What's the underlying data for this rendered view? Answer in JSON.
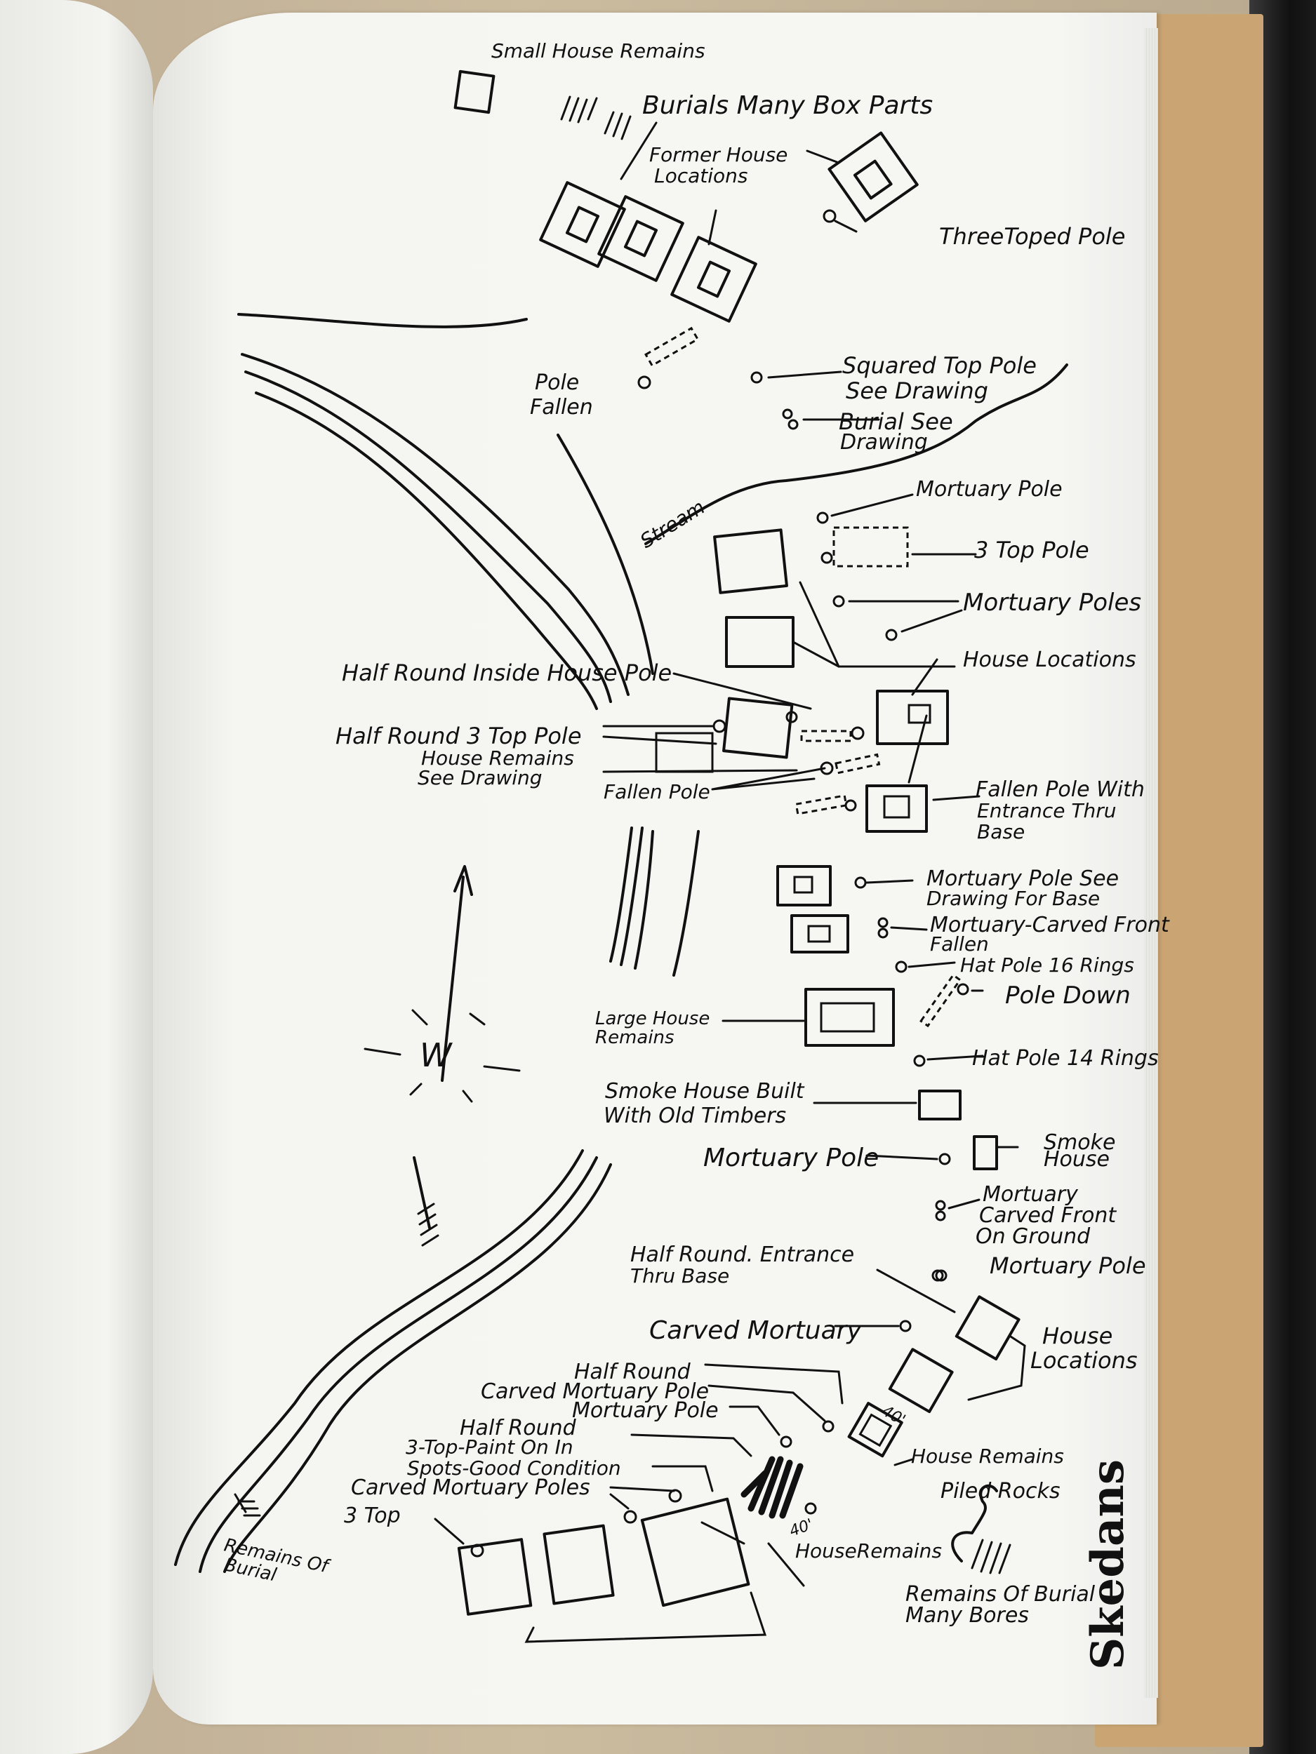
{
  "map": {
    "labels": {
      "small_house_remains": "Small House Remains",
      "burials_box_parts": "Burials Many Box Parts",
      "former_house_locations_1": "Former House",
      "former_house_locations_2": "Locations",
      "three_toped_pole": "ThreeToped Pole",
      "pole_fallen_1": "Pole",
      "pole_fallen_2": "Fallen",
      "squared_top_pole_1": "Squared Top Pole",
      "squared_top_pole_2": "See Drawing",
      "burial_see_1": "Burial See",
      "burial_see_2": "Drawing",
      "stream": "Stream",
      "mortuary_pole_top": "Mortuary Pole",
      "three_top_pole": "3 Top Pole",
      "mortuary_poles": "Mortuary Poles",
      "house_locations_top": "House Locations",
      "half_round_inside": "Half Round Inside House Pole",
      "half_round_3top": "Half Round 3 Top Pole",
      "house_remains_see_1": "House Remains",
      "house_remains_see_2": "See Drawing",
      "fallen_pole": "Fallen Pole",
      "fallen_pole_entrance_1": "Fallen Pole With",
      "fallen_pole_entrance_2": "Entrance Thru",
      "fallen_pole_entrance_3": "Base",
      "mortuary_pole_see_1": "Mortuary Pole See",
      "mortuary_pole_see_2": "Drawing For Base",
      "mortuary_carved_front_fallen_1": "Mortuary-Carved Front",
      "mortuary_carved_front_fallen_2": "Fallen",
      "hat_pole_16": "Hat Pole 16 Rings",
      "pole_down": "Pole Down",
      "large_house_remains_1": "Large House",
      "large_house_remains_2": "Remains",
      "hat_pole_14": "Hat Pole 14 Rings",
      "smoke_house_built_1": "Smoke House Built",
      "smoke_house_built_2": "With Old Timbers",
      "mortuary_pole_mid": "Mortuary Pole",
      "smoke_house_1": "Smoke",
      "smoke_house_2": "House",
      "mortuary_carved_ground_1": "Mortuary",
      "mortuary_carved_ground_2": "Carved Front",
      "mortuary_carved_ground_3": "On Ground",
      "half_round_entrance_1": "Half Round. Entrance",
      "half_round_entrance_2": "Thru Base",
      "mortuary_pole_low": "Mortuary Pole",
      "carved_mortuary": "Carved Mortuary",
      "house_locations_low_1": "House",
      "house_locations_low_2": "Locations",
      "half_round_a": "Half Round",
      "carved_mortuary_pole": "Carved Mortuary Pole",
      "mortuary_pole_b": "Mortuary Pole",
      "half_round_b": "Half Round",
      "three_top_paint_1": "3-Top-Paint On In",
      "three_top_paint_2": "Spots-Good Condition",
      "carved_mortuary_poles": "Carved Mortuary Poles",
      "three_top": "3 Top",
      "house_remains_right": "House Remains",
      "house_remains_bottom": "HouseRemains",
      "piled_rocks": "Piled Rocks",
      "remains_burial_bores_1": "Remains Of Burial",
      "remains_burial_bores_2": "Many Bores",
      "remains_of_burial_1": "Remains Of",
      "remains_of_burial_2": "Burial",
      "forty_a": "40'",
      "forty_b": "40'",
      "compass_w": "W",
      "signature": "Skedans"
    }
  }
}
